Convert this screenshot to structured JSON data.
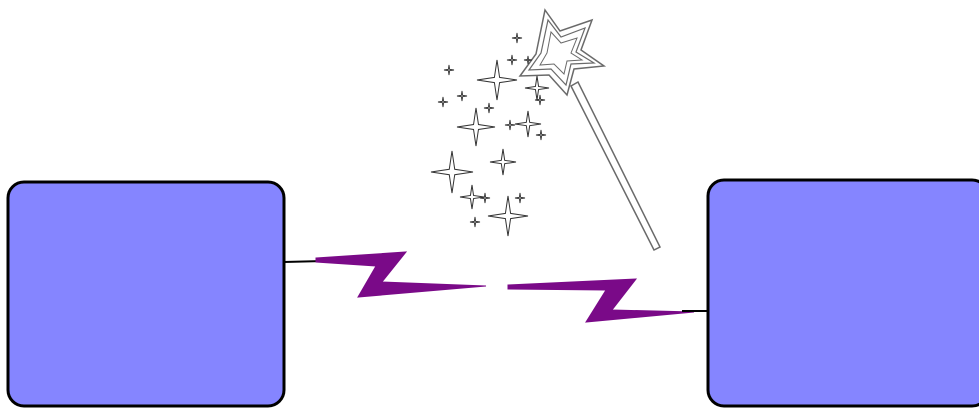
{
  "diagram": {
    "nodes": [
      {
        "id": "left-node",
        "label": ""
      },
      {
        "id": "right-node",
        "label": ""
      }
    ],
    "connections": [
      {
        "from": "left-node",
        "to": "right-node",
        "style": "lightning-bolt",
        "broken": true
      }
    ],
    "decorations": [
      {
        "icon": "magic-wand-icon",
        "effect": "sparkles"
      }
    ],
    "colors": {
      "node_fill": "#8585ff",
      "node_stroke": "#000000",
      "bolt_fill": "#7a0a88",
      "wand_stroke": "#6a6a6a",
      "wand_fill": "#ffffff",
      "sparkle_stroke": "#333333"
    }
  }
}
